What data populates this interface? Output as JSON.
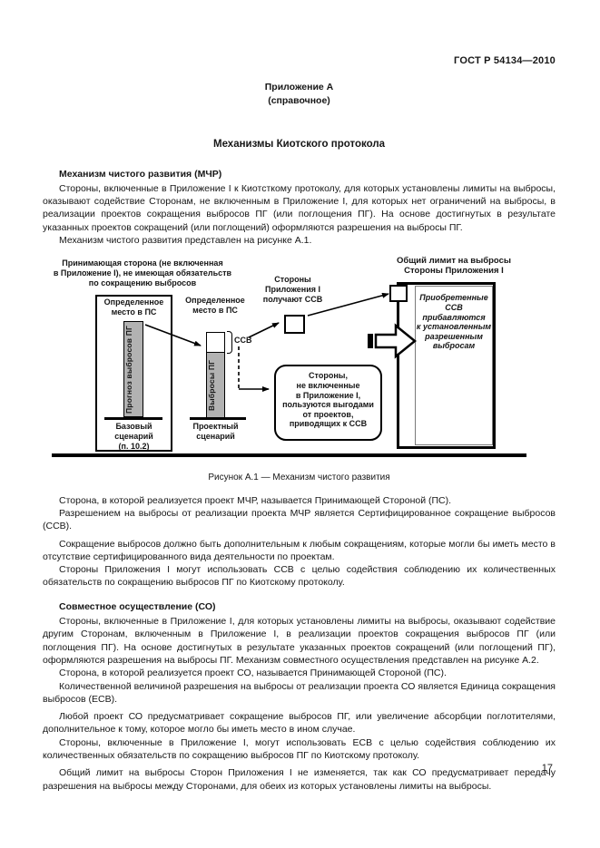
{
  "doc": {
    "header": "ГОСТ Р 54134—2010",
    "page_number": "17"
  },
  "appendix": {
    "label": "Приложение А",
    "note": "(справочное)",
    "title": "Механизмы Киотского протокола"
  },
  "cdm": {
    "heading": "Механизм чистого развития (МЧР)",
    "intro": [
      "Стороны, включенные в Приложение I к Киотсткому протоколу, для которых установлены лимиты на выбросы, оказывают содействие Сторонам, не включенным в Приложение I, для которых нет ограничений на выбросы, в реализации проектов сокращения выбросов ПГ (или поглощения ПГ). На основе достигнутых в результате указанных проектов сокращений (или поглощений) оформляются разрешения на выбросы ПГ.",
      "Механизм чистого развития представлен на рисунке А.1."
    ],
    "after": [
      "Сторона, в которой реализуется проект МЧР, называется Принимающей Стороной (ПС).",
      "Разрешением на выбросы от реализации проекта МЧР является Сертифицированное сокращение выбросов (ССВ).",
      "Сокращение выбросов должно быть дополнительным к любым сокращениям, которые могли бы иметь место в отсутствие сертифицированного вида деятельности по проектам.",
      "Стороны Приложения I могут использовать ССВ с целью содействия соблюдению их количественных обязательств по сокращению выбросов ПГ по Киотскому протоколу."
    ]
  },
  "figure": {
    "caption": "Рисунок А.1 — Механизм чистого развития",
    "host_party_label": "Принимающая сторона (не включенная\nв Приложение I), не имеющая обязательств\nпо сокращению выбросов",
    "baseline": {
      "place_header": "Определенное\nместо в ПС",
      "bar_label": "Прогноз выбросов ПГ",
      "scenario_label": "Базовый\nсценарий\n(п. 10.2)"
    },
    "project": {
      "place_header": "Определенное\nместо в ПС",
      "bar_label": "Выбросы ПГ",
      "cer_label": "ССВ",
      "scenario_label": "Проектный\nсценарий"
    },
    "annex_parties_label": "Стороны\nПриложения I\nполучают ССВ",
    "limit": {
      "title": "Общий лимит на выбросы\nСтороны Приложения I",
      "inner_text": "Приобретенные\nССВ\nприбавляются\nк установленным\nразрешенным\nвыбросам"
    },
    "benefit_box_label": "Стороны,\nне включенные\nв Приложение I,\nпользуются выгодами\nот проектов,\nприводящих к ССВ",
    "colors": {
      "bar_fill": "#b2b2b2",
      "ink": "#000000"
    }
  },
  "ji": {
    "heading": "Совместное осуществление (СО)",
    "paragraphs": [
      "Стороны, включенные в Приложение I, для которых установлены лимиты на выбросы, оказывают содействие другим Сторонам, включенным в Приложение I, в реализации проектов сокращения выбросов ПГ (или поглощения ПГ). На основе достигнутых в результате указанных проектов сокращений (или поглощений ПГ), оформляются разрешения на выбросы ПГ. Механизм совместного осуществления представлен на рисунке А.2.",
      "Сторона, в которой реализуется проект СО, называется Принимающей Стороной (ПС).",
      "Количественной величиной разрешения на выбросы от реализации проекта СО является Единица сокращения выбросов (ЕСВ).",
      "Любой проект СО предусматривает сокращение выбросов ПГ, или увеличение абсорбции поглотителями, дополнительное к тому, которое могло бы иметь место в ином случае.",
      "Стороны, включенные в Приложение I, могут использовать ЕСВ с целью содействия соблюдению их количественных обязательств по сокращению выбросов ПГ по Киотскому протоколу.",
      "Общий лимит на выбросы Сторон Приложения I не изменяется, так как СО предусматривает передачу разрешения на выбросы между Сторонами, для обеих из которых установлены лимиты на выбросы."
    ]
  }
}
